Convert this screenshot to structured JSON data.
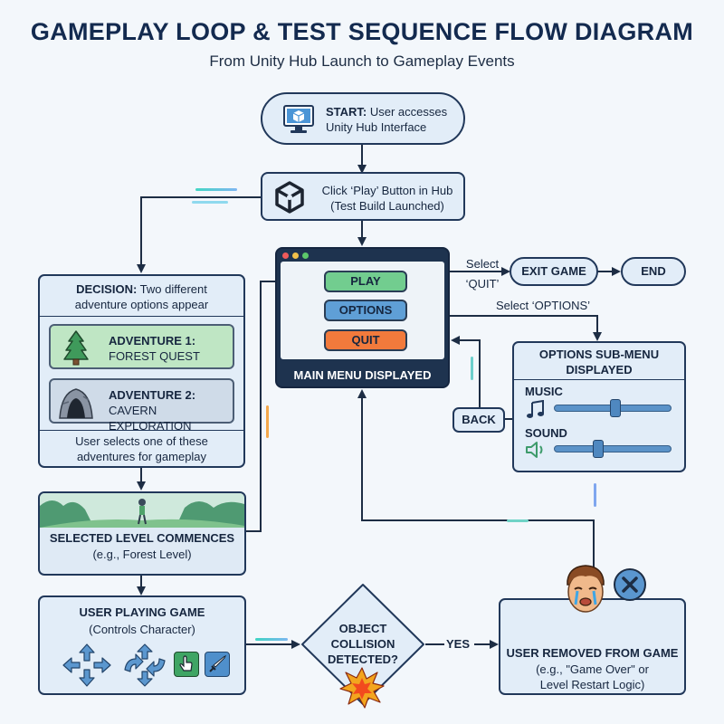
{
  "header": {
    "title": "GAMEPLAY LOOP & TEST SEQUENCE FLOW DIAGRAM",
    "subtitle": "From Unity Hub Launch to Gameplay Events"
  },
  "start": {
    "bold": "START:",
    "line1": " User accesses",
    "line2": "Unity Hub Interface"
  },
  "click_play": {
    "line1": "Click ‘Play’ Button in Hub",
    "line2": "(Test Build Launched)"
  },
  "main_menu": {
    "caption": "MAIN MENU DISPLAYED",
    "play": "PLAY",
    "options": "OPTIONS",
    "quit": "QUIT"
  },
  "quit_label": {
    "line1": "Select",
    "line2": "‘QUIT’"
  },
  "exit_game": "EXIT GAME",
  "end": "END",
  "options_label": "Select ‘OPTIONS’",
  "options_menu": {
    "title_line1": "OPTIONS SUB-MENU",
    "title_line2": "DISPLAYED",
    "music": "MUSIC",
    "sound": "SOUND",
    "music_level": 0.52,
    "sound_level": 0.38
  },
  "back": "BACK",
  "decision": {
    "bold": "DECISION:",
    "line1": " Two different",
    "line2": "adventure options appear",
    "adv1_line1": "ADVENTURE 1:",
    "adv1_line2": "FOREST QUEST",
    "adv2_line1": "ADVENTURE 2:",
    "adv2_line2": "CAVERN EXPLORATION",
    "footer_line1": "User selects one of these",
    "footer_line2": "adventures for gameplay"
  },
  "level": {
    "line1": "SELECTED LEVEL COMMENCES",
    "line2": "(e.g., Forest Level)"
  },
  "playing": {
    "line1": "USER PLAYING GAME",
    "line2": "(Controls Character)"
  },
  "collision": {
    "line1": "OBJECT",
    "line2": "COLLISION",
    "line3": "DETECTED?"
  },
  "yes": "YES",
  "removed": {
    "line1": "USER REMOVED FROM GAME",
    "line2": "(e.g., \"Game Over\" or",
    "line3": "Level Restart Logic)"
  },
  "colors": {
    "play": "#72cd8f",
    "options": "#5f9fd6",
    "quit": "#f27a3c",
    "box": "#e2edf8",
    "border": "#21385a"
  }
}
